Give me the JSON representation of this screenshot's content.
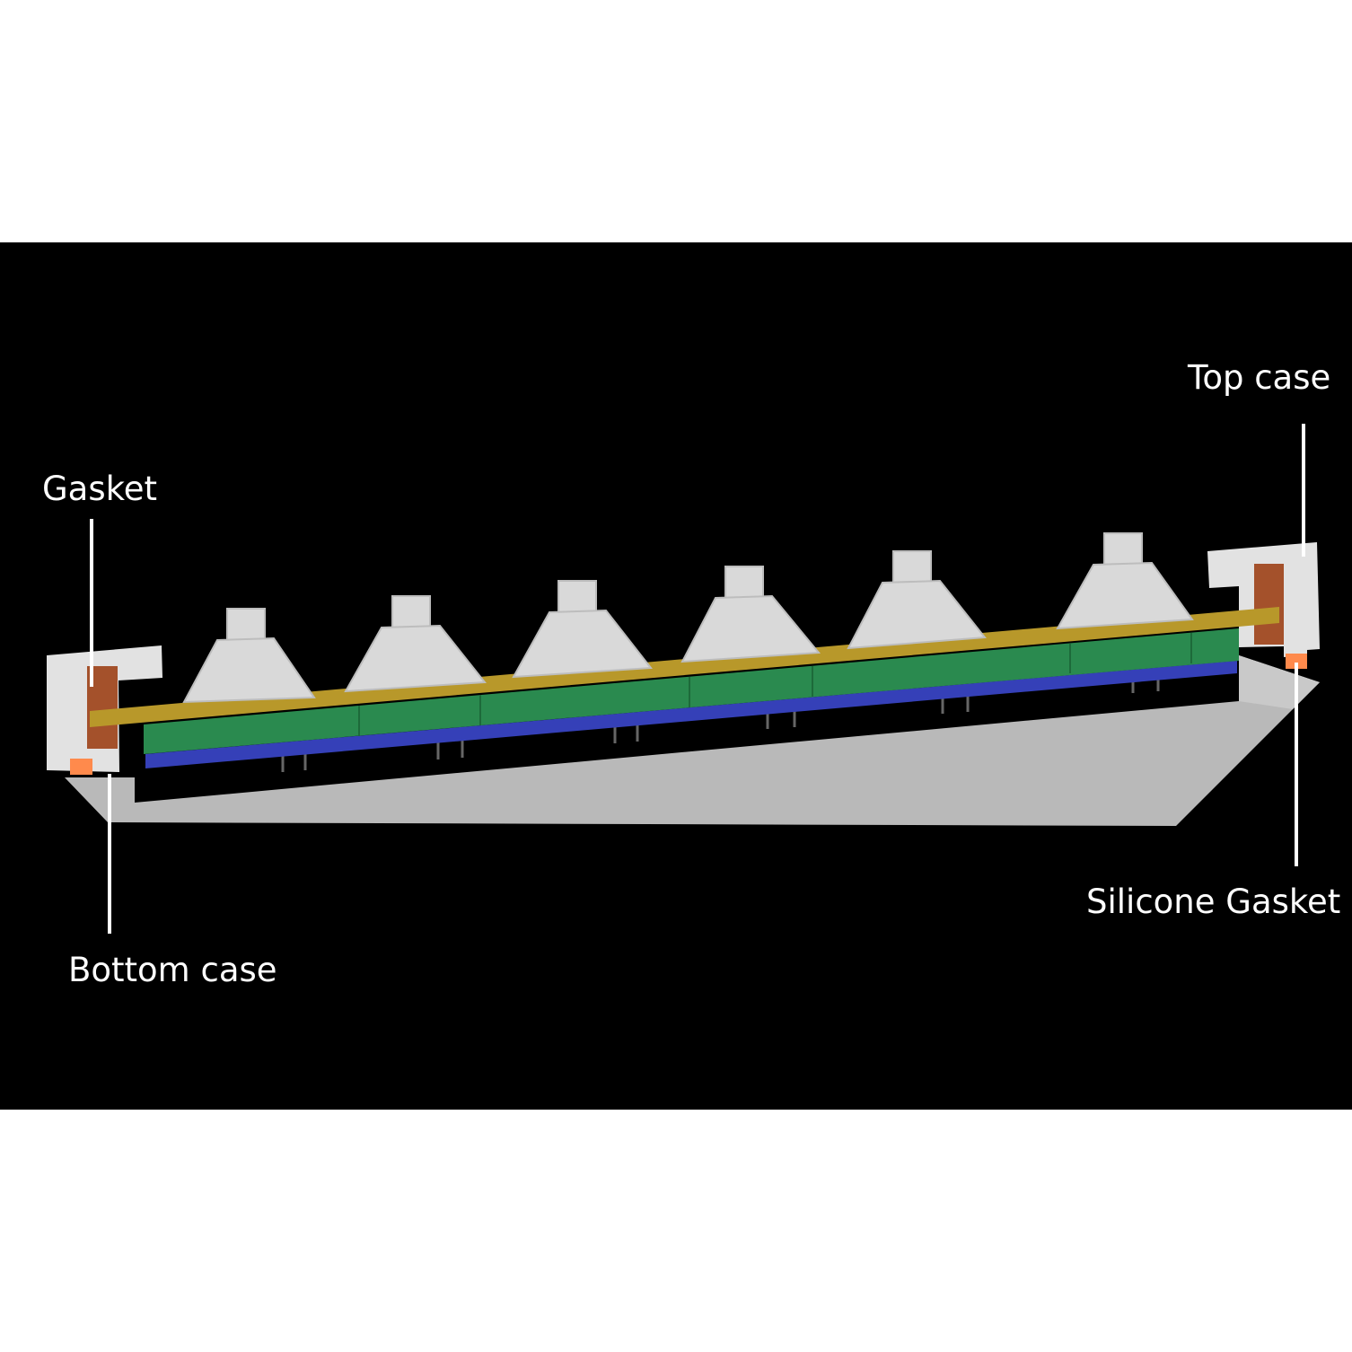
{
  "labels": {
    "gasket": "Gasket",
    "bottom_case": "Bottom case",
    "top_case": "Top case",
    "silicone_gasket": "Silicone Gasket"
  },
  "colors": {
    "background": "#000000",
    "case": "#e2e2e2",
    "bottom_case": "#b9b9b9",
    "plate": "#b8982a",
    "pcb_foam": "#2a8a4f",
    "pcb": "#3540b8",
    "gasket": "#a4512b",
    "silicone_gasket": "#ff8a4c",
    "switch": "#d9d9d9",
    "leader_line": "#ffffff"
  }
}
